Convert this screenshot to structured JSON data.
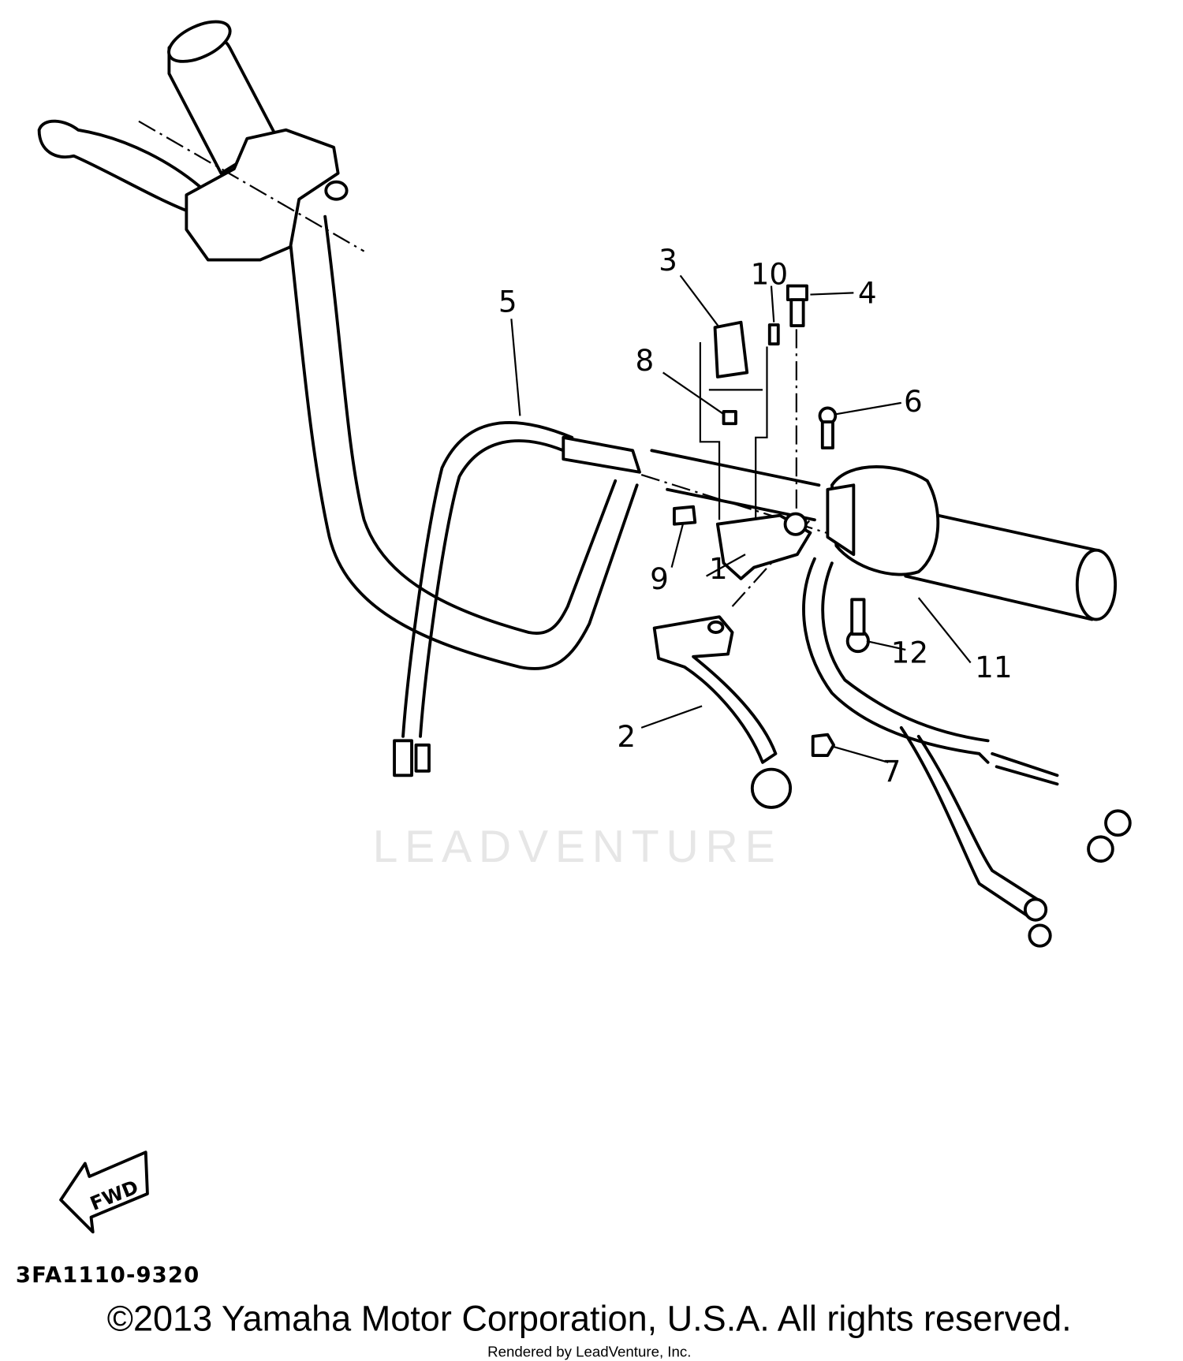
{
  "diagram": {
    "callouts": {
      "c1": "1",
      "c2": "2",
      "c3": "3",
      "c4": "4",
      "c5": "5",
      "c6": "6",
      "c7": "7",
      "c8": "8",
      "c9": "9",
      "c10": "10",
      "c11": "11",
      "c12": "12"
    },
    "fwd_label": "FWD",
    "part_number": "3FA1110-9320",
    "watermark": "LEADVENTURE"
  },
  "footer": {
    "copyright": "©2013 Yamaha Motor Corporation, U.S.A. All rights reserved.",
    "rendered_by": "Rendered by LeadVenture, Inc."
  }
}
